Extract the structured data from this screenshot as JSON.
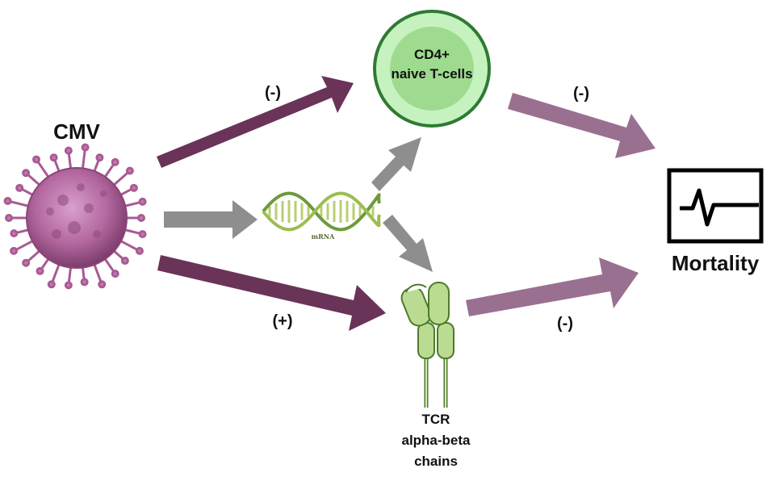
{
  "nodes": {
    "cmv": {
      "label": "CMV",
      "icon": "virus-icon"
    },
    "cd4": {
      "line1": "CD4+",
      "line2": "naive T-cells",
      "icon": "t-cell-icon"
    },
    "mrna": {
      "label": "mRNA",
      "icon": "mrna-strand-icon"
    },
    "tcr": {
      "line1": "TCR",
      "line2": "alpha-beta",
      "line3": "chains",
      "icon": "tcr-receptor-icon"
    },
    "mortality": {
      "label": "Mortality",
      "icon": "heart-monitor-icon"
    }
  },
  "edges": [
    {
      "from": "CMV",
      "to": "CD4+ naive T-cells",
      "sign": "(-)"
    },
    {
      "from": "CMV",
      "to": "mRNA",
      "sign": ""
    },
    {
      "from": "mRNA",
      "to": "CD4+ naive T-cells",
      "sign": ""
    },
    {
      "from": "mRNA",
      "to": "TCR alpha-beta chains",
      "sign": ""
    },
    {
      "from": "CMV",
      "to": "TCR alpha-beta chains",
      "sign": "(+)"
    },
    {
      "from": "CD4+ naive T-cells",
      "to": "Mortality",
      "sign": "(-)"
    },
    {
      "from": "TCR alpha-beta chains",
      "to": "Mortality",
      "sign": "(-)"
    }
  ],
  "colors": {
    "dark_arrow": "#6a3358",
    "light_arrow": "#9a7090",
    "gray_arrow": "#8e8e8e",
    "cell_fill": "#c6f2c0",
    "cell_border": "#2f7a33",
    "virus": "#b2679e",
    "tcr_fill": "#b9dc92",
    "tcr_border": "#4e7a2c"
  }
}
